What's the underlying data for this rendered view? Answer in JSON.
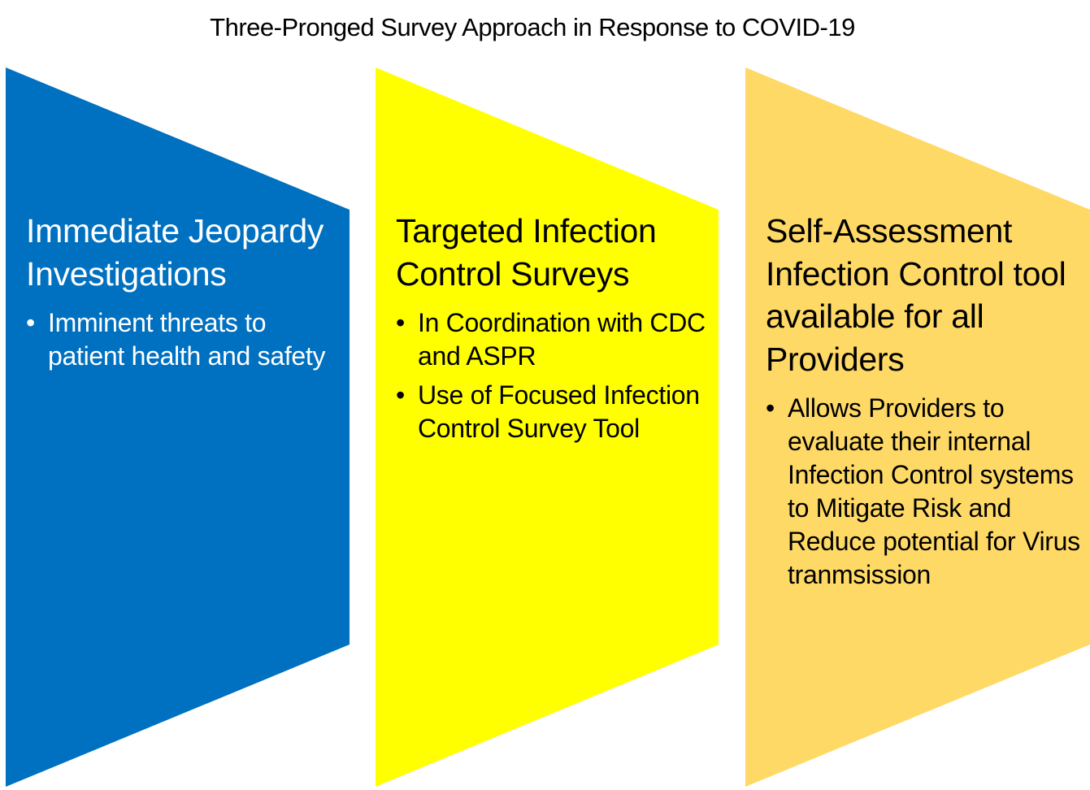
{
  "title": "Three-Pronged Survey Approach in Response to COVID-19",
  "colors": {
    "blue": "#0070C0",
    "yellow": "#FFFF00",
    "orange": "#FFD966"
  },
  "columns": [
    {
      "heading": "Immediate Jeopardy Investigations",
      "bullets": [
        "Imminent threats to patient health and safety"
      ]
    },
    {
      "heading": "Targeted Infection Control Surveys",
      "bullets": [
        "In Coordination with CDC and ASPR",
        "Use of Focused Infection Control Survey Tool"
      ]
    },
    {
      "heading": "Self-Assessment Infection Control tool available for all Providers",
      "bullets": [
        "Allows Providers to evaluate their internal Infection Control systems to Mitigate Risk and Reduce potential for Virus tranmsission"
      ]
    }
  ]
}
